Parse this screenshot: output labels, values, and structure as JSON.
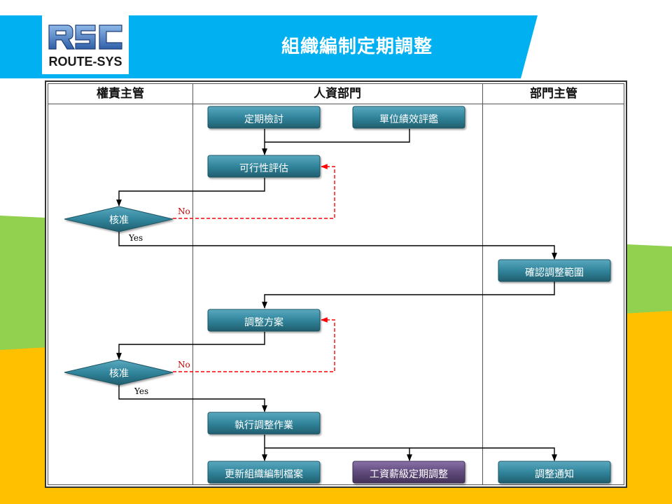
{
  "header": {
    "logo_text": "ROUTE-SYS",
    "title": "組織編制定期調整"
  },
  "lanes": [
    {
      "id": "supervisor",
      "label": "權責主管"
    },
    {
      "id": "hr",
      "label": "人資部門"
    },
    {
      "id": "dept",
      "label": "部門主管"
    }
  ],
  "nodes": {
    "periodic_review": "定期檢討",
    "unit_performance": "單位績效評鑑",
    "feasibility": "可行性評估",
    "approve_1": "核准",
    "confirm_scope": "確認調整範圍",
    "adjust_plan": "調整方案",
    "approve_2": "核准",
    "execute": "執行調整作業",
    "update_files": "更新組織編制檔案",
    "salary_adjust": "工資薪級定期調整",
    "notify": "調整通知"
  },
  "edge_labels": {
    "no_1": "No",
    "yes_1": "Yes",
    "no_2": "No",
    "yes_2": "Yes"
  },
  "colors": {
    "header_blue": "#00b0f0",
    "process_teal": "#31859c",
    "process_purple": "#604a7b",
    "bg_green": "#92d050",
    "bg_yellow": "#ffc000",
    "reject_line": "#ff0000"
  }
}
